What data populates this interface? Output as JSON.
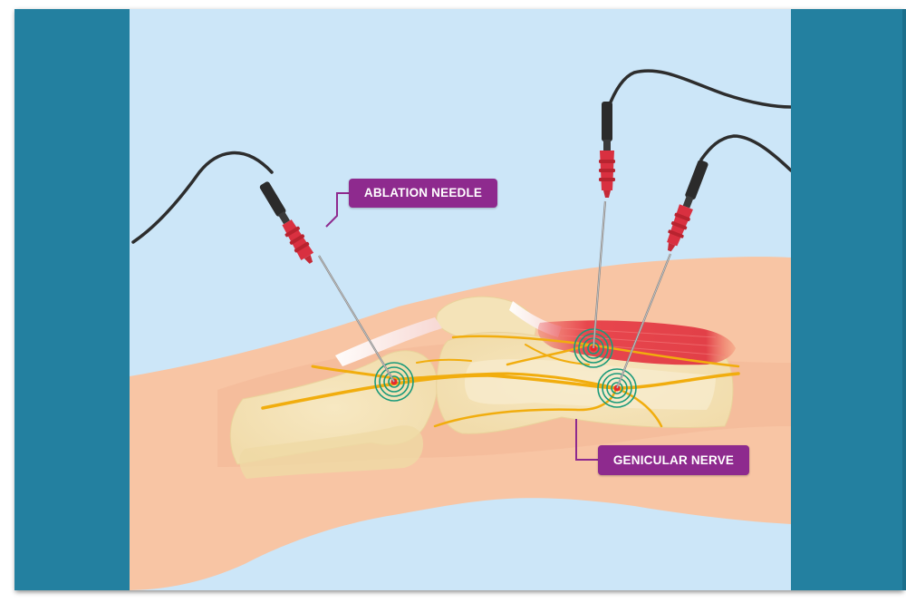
{
  "callouts": {
    "ablation_needle": "ABLATION NEEDLE",
    "genicular_nerve": "GENICULAR NERVE"
  },
  "colors": {
    "frame": "#2380a0",
    "background": "#cce6f8",
    "skin": "#f8c5a4",
    "bone": "#f4e3b8",
    "nerve": "#f1ad0e",
    "muscle": "#e8464d",
    "label": "#8e2a8e",
    "needle_handle": "#d93040",
    "ablation_rings": "#1a9a7a"
  },
  "icons": [
    "ablation-needle",
    "electrode-cable",
    "ablation-zone-rings"
  ]
}
